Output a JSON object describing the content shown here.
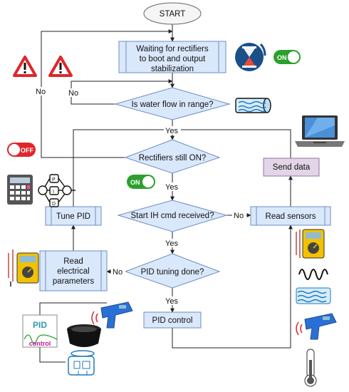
{
  "flowchart": {
    "start": "START",
    "waiting": [
      "Waiting for rectifiers",
      "to boot and output",
      "stabilization"
    ],
    "water_flow": "Is water flow in range?",
    "rectifiers_on": "Rectifiers still ON?",
    "start_ih": "Start IH cmd received?",
    "pid_done": "PID tuning done?",
    "pid_control": "PID control",
    "read_sensors": "Read sensors",
    "send_data": "Send data",
    "tune_pid": "Tune PID",
    "read_electrical": [
      "Read",
      "electrical",
      "parameters"
    ]
  },
  "edge_labels": {
    "no_left_outer": "No",
    "no_left_inner": "No",
    "yes_flow": "Yes",
    "yes_rect": "Yes",
    "yes_ih": "Yes",
    "yes_pid": "Yes",
    "no_ih": "No",
    "no_pid": "No"
  },
  "toggles": {
    "on": "ON",
    "off": "OFF"
  },
  "pid_box": {
    "line1": "PID",
    "line2": "control"
  },
  "colors": {
    "process_fill": "#dae8fc",
    "process_stroke": "#6c8ebf",
    "send_fill": "#e1d5e7",
    "send_stroke": "#9673a6",
    "toggle_on": "#2ca02c",
    "toggle_off": "#e0252b",
    "warning_red": "#e0252b"
  },
  "icons": [
    "warning-icon",
    "hourglass-icon",
    "toggle-on-icon",
    "toggle-off-icon",
    "water-pipe-icon",
    "laptop-icon",
    "calculator-icon",
    "pid-diagram-icon",
    "multimeter-icon",
    "sine-wave-icon",
    "water-wave-icon",
    "ir-thermometer-icon",
    "crucible-icon",
    "induction-coil-icon",
    "thermometer-icon"
  ]
}
